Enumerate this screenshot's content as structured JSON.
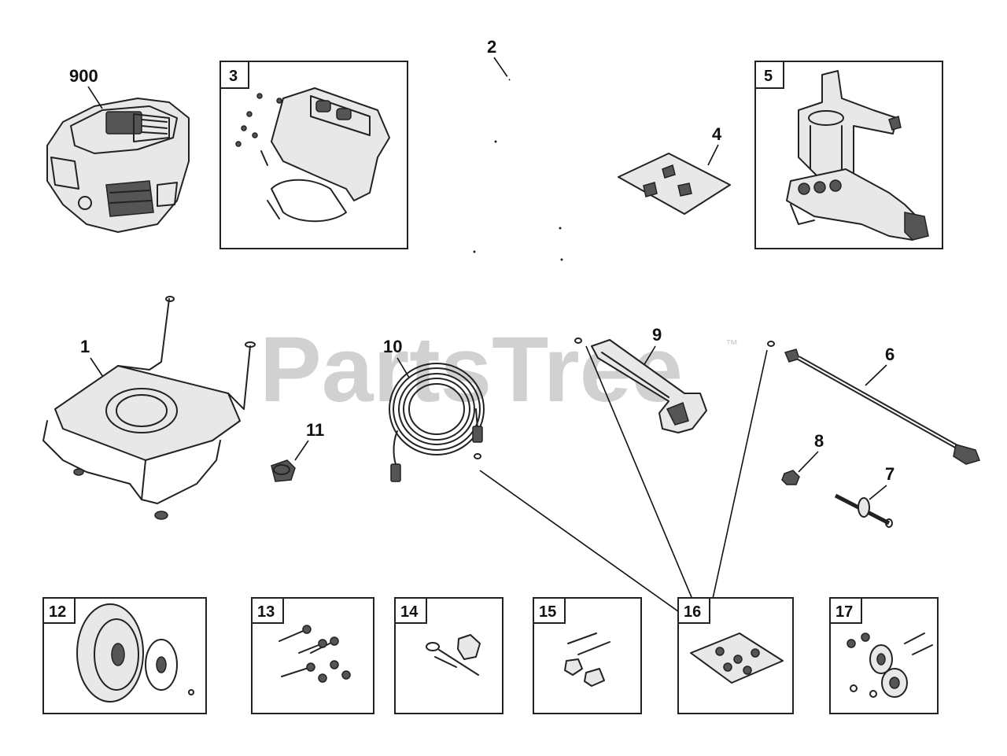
{
  "watermark": {
    "text": "PartsTree",
    "mark": "™"
  },
  "callouts": {
    "p900": "900",
    "p1": "1",
    "p2": "2",
    "p3": "3",
    "p4": "4",
    "p5": "5",
    "p6": "6",
    "p7": "7",
    "p8": "8",
    "p9": "9",
    "p10": "10",
    "p11": "11",
    "p12": "12",
    "p13": "13",
    "p14": "14",
    "p15": "15",
    "p16": "16",
    "p17": "17"
  },
  "colors": {
    "ink": "#222222",
    "watermark": "#c9c9c9",
    "background": "#ffffff"
  }
}
